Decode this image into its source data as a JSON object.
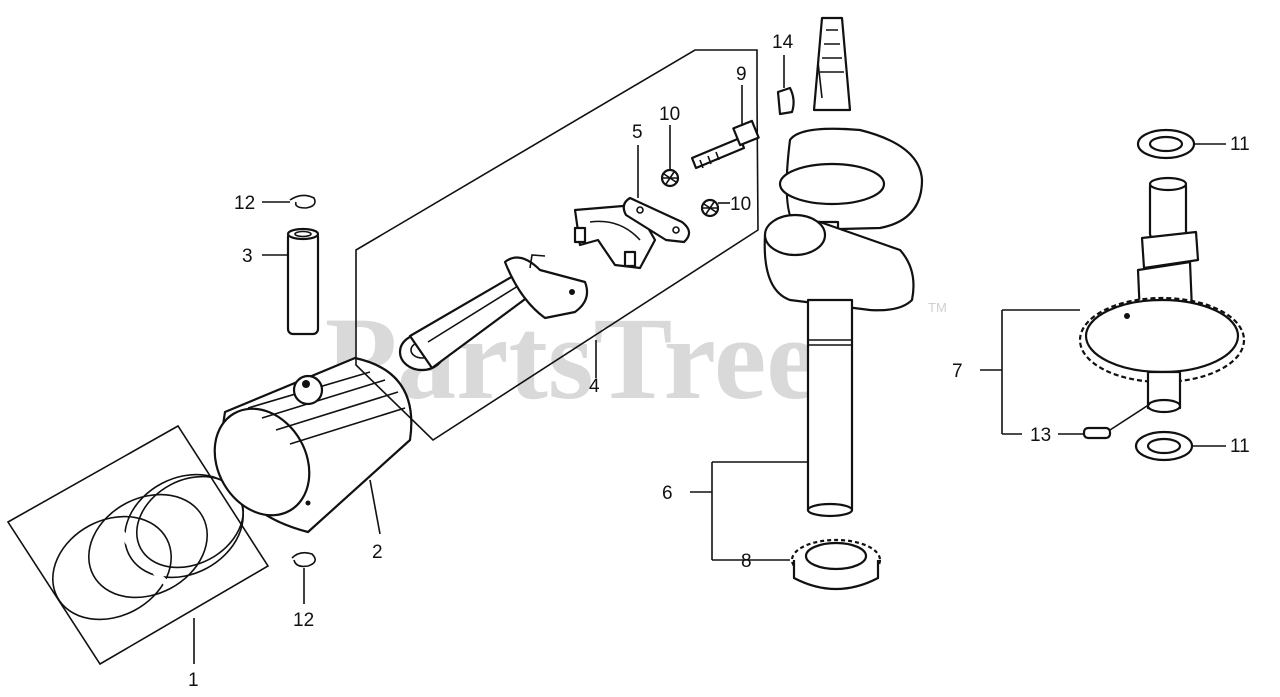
{
  "watermark": {
    "text": "PartsTree",
    "trademark": "TM"
  },
  "labels": {
    "l1": "1",
    "l2": "2",
    "l3": "3",
    "l4": "4",
    "l5": "5",
    "l6": "6",
    "l7": "7",
    "l8": "8",
    "l9": "9",
    "l10a": "10",
    "l10b": "10",
    "l11a": "11",
    "l11b": "11",
    "l12a": "12",
    "l12b": "12",
    "l13": "13",
    "l14": "14"
  }
}
